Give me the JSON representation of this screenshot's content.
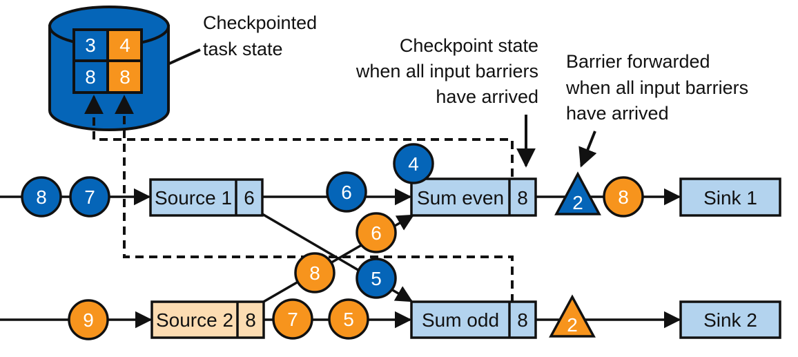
{
  "colors": {
    "blue": "#0565b8",
    "orange": "#f7941d",
    "light_blue": "#b3d3ee",
    "peach": "#fcdcb2",
    "line": "#111111"
  },
  "annotations": {
    "checkpointed_task_state": [
      "Checkpointed",
      "task state"
    ],
    "checkpoint_state": [
      "Checkpoint state",
      "when all input barriers",
      "have arrived"
    ],
    "barrier_forwarded": [
      "Barrier forwarded",
      "when all input barriers",
      "have arrived"
    ]
  },
  "storage": {
    "cells": [
      {
        "value": "3",
        "color": "blue"
      },
      {
        "value": "4",
        "color": "orange"
      },
      {
        "value": "8",
        "color": "blue"
      },
      {
        "value": "8",
        "color": "orange"
      }
    ]
  },
  "nodes": {
    "source1": {
      "label": "Source 1",
      "state": "6"
    },
    "source2": {
      "label": "Source 2",
      "state": "8"
    },
    "sum_even": {
      "label": "Sum even",
      "state": "8"
    },
    "sum_odd": {
      "label": "Sum odd",
      "state": "8"
    },
    "sink1": {
      "label": "Sink 1"
    },
    "sink2": {
      "label": "Sink 2"
    }
  },
  "tokens": {
    "in1_a": "8",
    "in1_b": "7",
    "in2": "9",
    "s1_to_even": "6",
    "even_top": "4",
    "s2_to_even_a": "6",
    "s2_to_even_b": "8",
    "s1_to_odd": "5",
    "s2_to_odd_a": "7",
    "s2_to_odd_b": "5",
    "even_to_sink": "8"
  },
  "barriers": {
    "top": "2",
    "bottom": "2"
  }
}
